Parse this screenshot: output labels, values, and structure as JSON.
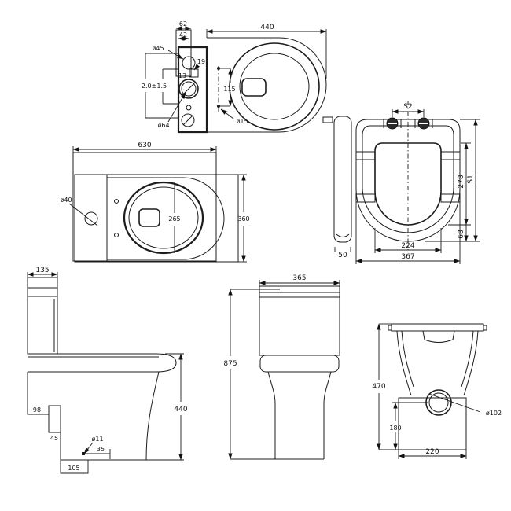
{
  "drawing": {
    "description": "toilet technical dimension drawing, seven orthographic views",
    "fittings": {
      "d62": "62",
      "d42": "42",
      "d45": "ø45",
      "d19": "19",
      "d13": "13",
      "tol": "2.0±1.5",
      "d64": "ø64"
    },
    "seat_top": {
      "d440": "440",
      "d115": "115",
      "d15": "ø15"
    },
    "plan": {
      "d630": "630",
      "d40": "ø40",
      "d265": "265",
      "d360": "360"
    },
    "seat": {
      "s2": "S2",
      "d278": "278",
      "s1": "S1",
      "d68": "68",
      "d224": "224",
      "d367": "367",
      "d50": "50"
    },
    "side": {
      "d135": "135",
      "d98": "98",
      "d45": "45",
      "d11": "ø11",
      "d35": "35",
      "d105": "105",
      "d440": "440"
    },
    "front": {
      "d365": "365",
      "d875": "875"
    },
    "rear": {
      "d470": "470",
      "d180": "180",
      "d102": "ø102",
      "d220": "220"
    }
  }
}
